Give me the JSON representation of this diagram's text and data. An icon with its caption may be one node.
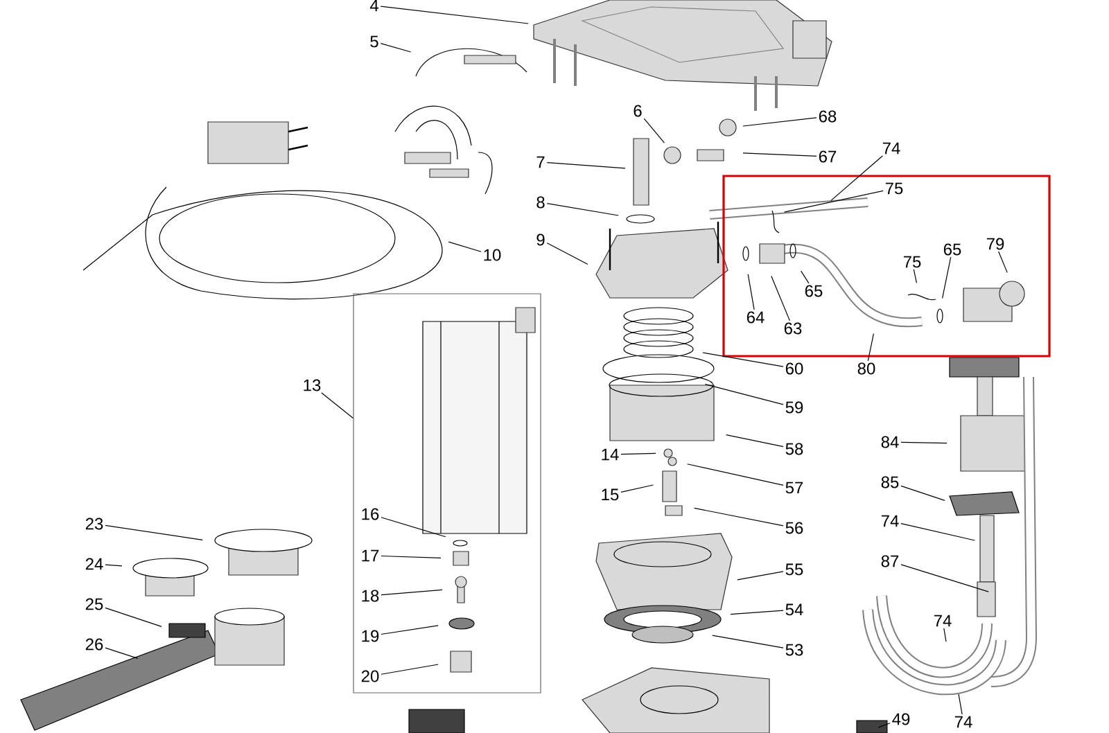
{
  "diagram": {
    "nodes": [
      {
        "text": [],
        "shape": "box"
      },
      {
        "text": [],
        "shape": "box"
      },
      {
        "text": [
          "4"
        ]
      },
      {
        "text": [
          "5"
        ]
      },
      {
        "text": [
          "6"
        ]
      },
      {
        "text": [
          "68"
        ]
      },
      {
        "text": [
          "7"
        ]
      },
      {
        "text": [
          "67"
        ]
      },
      {
        "text": [
          "74"
        ]
      },
      {
        "text": [
          "8"
        ]
      },
      {
        "text": [
          "75"
        ],
        "in": 0
      },
      {
        "text": [
          "9"
        ]
      },
      {
        "text": [
          "10"
        ]
      },
      {
        "text": [
          "79"
        ],
        "in": 0
      },
      {
        "text": [
          "65"
        ],
        "in": 0
      },
      {
        "text": [
          "75"
        ],
        "in": 0
      },
      {
        "text": [
          "64"
        ],
        "in": 0
      },
      {
        "text": [
          "65"
        ],
        "in": 0
      },
      {
        "text": [
          "63"
        ],
        "in": 0
      },
      {
        "text": [
          "13"
        ]
      },
      {
        "text": [
          "60"
        ]
      },
      {
        "text": [
          "80"
        ]
      },
      {
        "text": [
          "59"
        ]
      },
      {
        "text": [
          "58"
        ]
      },
      {
        "text": [
          "84"
        ]
      },
      {
        "text": [
          "14"
        ]
      },
      {
        "text": [
          "57"
        ]
      },
      {
        "text": [
          "15"
        ]
      },
      {
        "text": [
          "85"
        ]
      },
      {
        "text": [
          "16"
        ],
        "in": 1
      },
      {
        "text": [
          "23"
        ]
      },
      {
        "text": [
          "56"
        ]
      },
      {
        "text": [
          "74"
        ]
      },
      {
        "text": [
          "24"
        ]
      },
      {
        "text": [
          "17"
        ],
        "in": 1
      },
      {
        "text": [
          "87"
        ]
      },
      {
        "text": [
          "55"
        ]
      },
      {
        "text": [
          "18"
        ],
        "in": 1
      },
      {
        "text": [
          "25"
        ]
      },
      {
        "text": [
          "74"
        ]
      },
      {
        "text": [
          "54"
        ]
      },
      {
        "text": [
          "26"
        ]
      },
      {
        "text": [
          "19"
        ],
        "in": 1
      },
      {
        "text": [
          "53"
        ]
      },
      {
        "text": [
          "20"
        ],
        "in": 1
      },
      {
        "text": [
          "49"
        ]
      },
      {
        "text": [
          "74"
        ]
      }
    ],
    "edges": [
      {
        "from": 2,
        "to": null,
        "arrow": "none"
      },
      {
        "from": 3,
        "to": null,
        "arrow": "none"
      },
      {
        "from": 4,
        "to": null,
        "arrow": "none"
      },
      {
        "from": 5,
        "to": null,
        "arrow": "none"
      },
      {
        "from": 6,
        "to": null,
        "arrow": "none"
      },
      {
        "from": 7,
        "to": null,
        "arrow": "none"
      },
      {
        "from": 8,
        "to": null,
        "arrow": "none"
      },
      {
        "from": 9,
        "to": null,
        "arrow": "none"
      },
      {
        "from": 10,
        "to": null,
        "arrow": "none"
      },
      {
        "from": 11,
        "to": null,
        "arrow": "none"
      },
      {
        "from": 12,
        "to": null,
        "arrow": "none"
      },
      {
        "from": 13,
        "to": null,
        "arrow": "none"
      },
      {
        "from": 14,
        "to": null,
        "arrow": "none"
      },
      {
        "from": 15,
        "to": null,
        "arrow": "none"
      },
      {
        "from": 16,
        "to": null,
        "arrow": "none"
      },
      {
        "from": 17,
        "to": null,
        "arrow": "none"
      },
      {
        "from": 18,
        "to": null,
        "arrow": "none"
      },
      {
        "from": 19,
        "to": 1,
        "arrow": "none"
      },
      {
        "from": 20,
        "to": null,
        "arrow": "none"
      },
      {
        "from": 21,
        "to": null,
        "arrow": "none"
      },
      {
        "from": 22,
        "to": null,
        "arrow": "none"
      },
      {
        "from": 23,
        "to": null,
        "arrow": "none"
      },
      {
        "from": 24,
        "to": null,
        "arrow": "none"
      },
      {
        "from": 25,
        "to": null,
        "arrow": "none"
      },
      {
        "from": 26,
        "to": null,
        "arrow": "none"
      },
      {
        "from": 27,
        "to": null,
        "arrow": "none"
      },
      {
        "from": 28,
        "to": null,
        "arrow": "none"
      },
      {
        "from": 29,
        "to": null,
        "arrow": "none"
      },
      {
        "from": 30,
        "to": null,
        "arrow": "none"
      },
      {
        "from": 31,
        "to": null,
        "arrow": "none"
      },
      {
        "from": 32,
        "to": null,
        "arrow": "none"
      },
      {
        "from": 33,
        "to": null,
        "arrow": "none"
      },
      {
        "from": 34,
        "to": null,
        "arrow": "none"
      },
      {
        "from": 35,
        "to": null,
        "arrow": "none"
      },
      {
        "from": 36,
        "to": null,
        "arrow": "none"
      },
      {
        "from": 37,
        "to": null,
        "arrow": "none"
      },
      {
        "from": 38,
        "to": null,
        "arrow": "none"
      },
      {
        "from": 39,
        "to": null,
        "arrow": "none"
      },
      {
        "from": 40,
        "to": null,
        "arrow": "none"
      },
      {
        "from": 41,
        "to": null,
        "arrow": "none"
      },
      {
        "from": 42,
        "to": null,
        "arrow": "none"
      },
      {
        "from": 43,
        "to": null,
        "arrow": "none"
      },
      {
        "from": 44,
        "to": null,
        "arrow": "none"
      },
      {
        "from": 45,
        "to": null,
        "arrow": "none"
      },
      {
        "from": 46,
        "to": null,
        "arrow": "none"
      }
    ]
  }
}
